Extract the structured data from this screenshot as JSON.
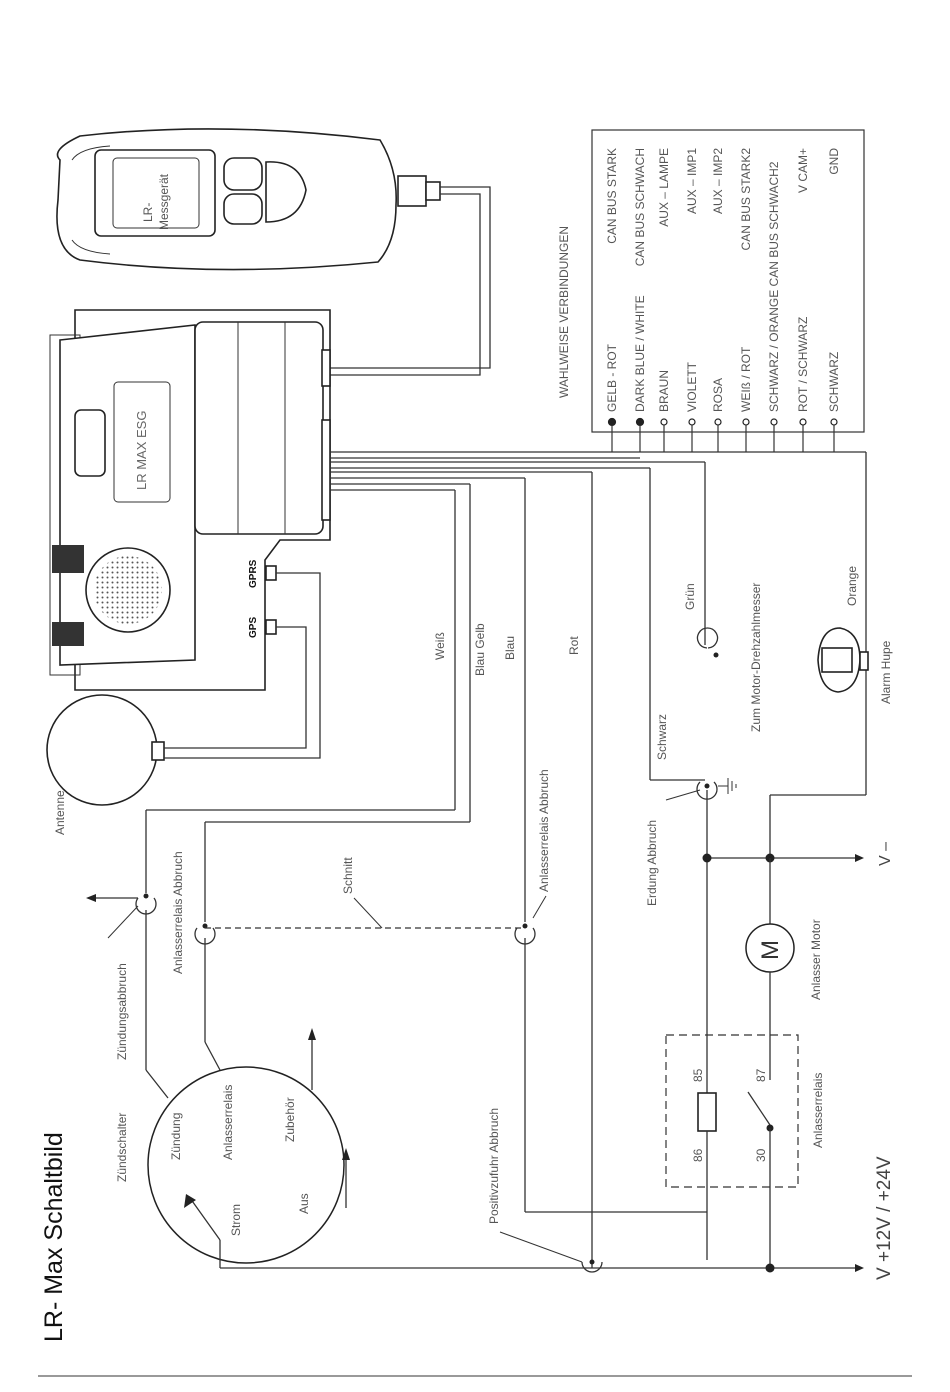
{
  "title": "LR- Max Schaltbild",
  "handheld": {
    "label_line1": "LR-",
    "label_line2": "Messgerät"
  },
  "main_unit": {
    "label": "LR MAX ESG",
    "port_gps": "GPS",
    "port_gprs": "GPRS"
  },
  "antenna_label": "Antenne",
  "optional": {
    "heading": "WAHLWEISE VERBINDUNGEN",
    "rows": [
      {
        "wire": "GELB - ROT",
        "function": "CAN BUS STARK"
      },
      {
        "wire": "DARK BLUE / WHITE",
        "function": "CAN BUS SCHWACH"
      },
      {
        "wire": "BRAUN",
        "function": "AUX – LAMPE"
      },
      {
        "wire": "VIOLETT",
        "function": "AUX – IMP1"
      },
      {
        "wire": "ROSA",
        "function": "AUX – IMP2"
      },
      {
        "wire": "WEIß / ROT",
        "function": "CAN BUS STARK2"
      },
      {
        "wire": "SCHWARZ / ORANGE CAN BUS SCHWACH2",
        "function": ""
      },
      {
        "wire": "ROT / SCHWARZ",
        "function": "V CAM+"
      },
      {
        "wire": "SCHWARZ",
        "function": "GND"
      }
    ]
  },
  "wires": {
    "weiss": "Weiß",
    "blau_gelb": "Blau Gelb",
    "blau": "Blau",
    "rot": "Rot",
    "gruen": "Grün",
    "orange": "Orange",
    "schwarz": "Schwarz"
  },
  "labels": {
    "motor_rpm": "Zum Motor-Drehzahlmesser",
    "alarm_horn": "Alarm Hupe",
    "ground_cut": "Erdung Abbruch",
    "starter_relay_cut_1": "Anlasserrelais Abbruch",
    "starter_relay_cut_2": "Anlasserrelais Abbruch",
    "cut": "Schnitt",
    "ignition_cut": "Zündungsabbruch",
    "ignition_switch": "Zündschalter",
    "pos_supply_cut": "Positivzufuhr Abbruch",
    "starter_motor": "Anlasser Motor",
    "motor_symbol": "M",
    "relay": "Anlasserrelais",
    "v_minus": "V –",
    "v_plus": "V  +12V / +24V"
  },
  "switch": {
    "zuendung": "Zündung",
    "anlasserrelais": "Anlasserrelais",
    "zubehoer": "Zubehör",
    "strom": "Strom",
    "aus": "Aus"
  },
  "relay_pins": {
    "p85": "85",
    "p86": "86",
    "p87": "87",
    "p30": "30"
  }
}
